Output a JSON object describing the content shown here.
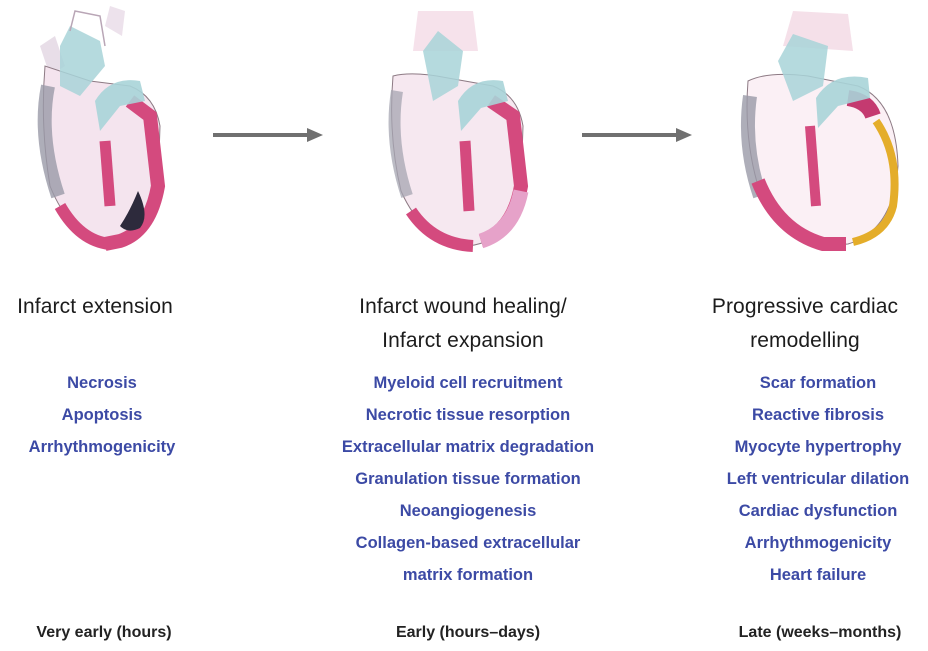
{
  "colors": {
    "item_text": "#3c4aa5",
    "arrow": "#707070",
    "myocardium": "#d44a7e",
    "infarct_dark": "#2d2a3c",
    "healing_pink": "#e6a2c9",
    "scar_gold": "#e4ad2a",
    "vessel_blue": "#a8d4d8"
  },
  "stages": [
    {
      "title_lines": [
        "Infarct extension"
      ],
      "items": [
        "Necrosis",
        "Apoptosis",
        "Arrhythmogenicity"
      ],
      "timing": "Very early (hours)",
      "heart_icon": "heart-early-infarct-icon"
    },
    {
      "title_lines": [
        "Infarct wound healing/",
        "Infarct expansion"
      ],
      "items": [
        "Myeloid cell recruitment",
        "Necrotic tissue resorption",
        "Extracellular matrix degradation",
        "Granulation tissue formation",
        "Neoangiogenesis",
        "Collagen-based extracellular",
        "matrix formation"
      ],
      "timing": "Early (hours–days)",
      "heart_icon": "heart-healing-icon"
    },
    {
      "title_lines": [
        "Progressive cardiac",
        "remodelling"
      ],
      "items": [
        "Scar formation",
        "Reactive fibrosis",
        "Myocyte hypertrophy",
        "Left ventricular dilation",
        "Cardiac dysfunction",
        "Arrhythmogenicity",
        "Heart failure"
      ],
      "timing": "Late (weeks–months)",
      "heart_icon": "heart-remodelled-icon"
    }
  ]
}
